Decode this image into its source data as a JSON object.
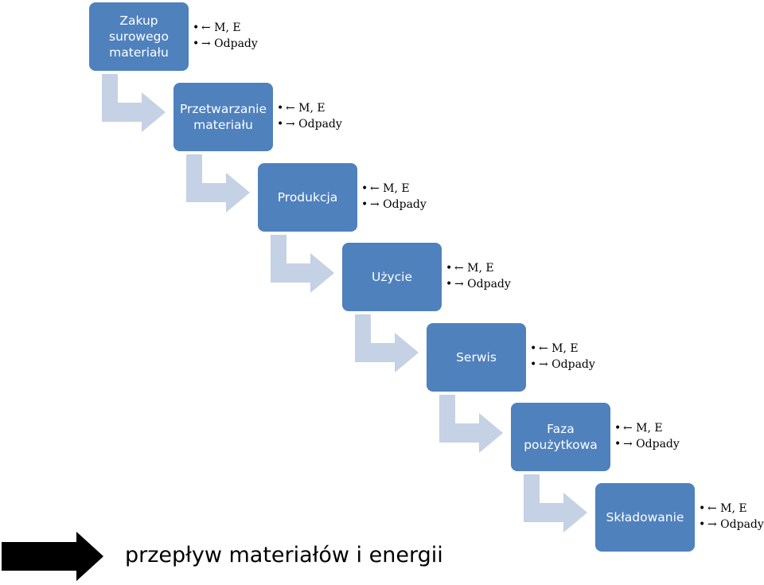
{
  "colors": {
    "box_fill": "#4f81bd",
    "box_text": "#ffffff",
    "connector": "#c5d1e4",
    "legend_arrow": "#000000"
  },
  "stages": [
    {
      "label": "Zakup\nsurowego\nmateriału",
      "items": [
        "← M, E",
        "→ Odpady"
      ]
    },
    {
      "label": "Przetwarzanie\nmateriału",
      "items": [
        "← M, E",
        "→ Odpady"
      ]
    },
    {
      "label": "Produkcja",
      "items": [
        "← M, E",
        "→ Odpady"
      ]
    },
    {
      "label": "Użycie",
      "items": [
        "← M, E",
        "→ Odpady"
      ]
    },
    {
      "label": "Serwis",
      "items": [
        "← M, E",
        "→ Odpady"
      ]
    },
    {
      "label": "Faza\npoużytkowa",
      "items": [
        "← M, E",
        "→ Odpady"
      ]
    },
    {
      "label": "Składowanie",
      "items": [
        "← M, E",
        "→ Odpady"
      ]
    }
  ],
  "legend": {
    "label": "przepływ materiałów i energii",
    "icon": "right-arrow-icon"
  }
}
